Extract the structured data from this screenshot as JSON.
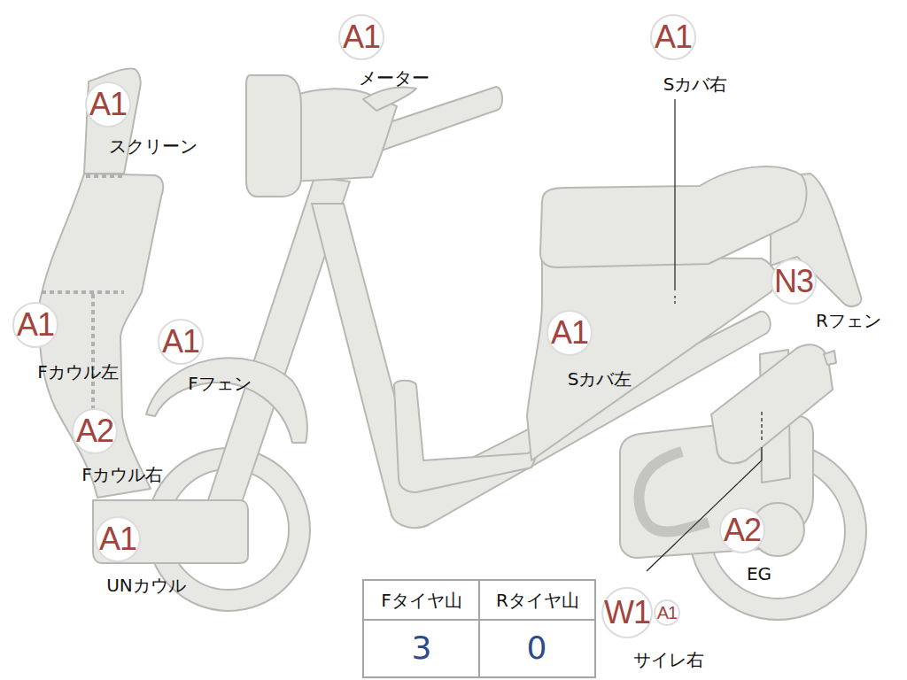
{
  "diagram": {
    "nodes": [
      {
        "text": [
          "A1"
        ]
      },
      {
        "text": [
          "A1"
        ]
      },
      {
        "text": [
          "A1"
        ]
      },
      {
        "text": [
          "N3"
        ]
      },
      {
        "text": [
          "A1"
        ]
      },
      {
        "text": [
          "A1"
        ]
      },
      {
        "text": [
          "A1"
        ]
      },
      {
        "text": [
          "A2"
        ]
      },
      {
        "text": [
          "A2"
        ]
      },
      {
        "text": [
          "A1"
        ]
      },
      {
        "text": [
          "W1"
        ]
      },
      {
        "text": [
          "A1"
        ]
      }
    ],
    "labels": [
      "メーター",
      "Sカバ右",
      "スクリーン",
      "Rフェン",
      "Fカウル左",
      "Fフェン",
      "Sカバ左",
      "Fカウル右",
      "EG",
      "UNカウル",
      "サイレ右",
      "Fタイヤ山",
      "Rタイヤ山",
      "3",
      "0"
    ]
  }
}
